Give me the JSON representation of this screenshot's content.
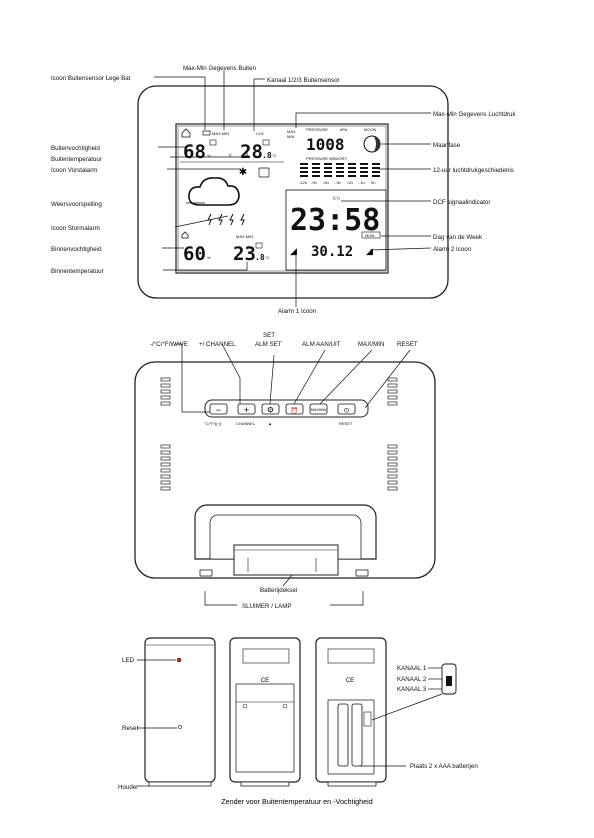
{
  "front": {
    "callouts_left": {
      "low_batt": "Icoon Buitensensor Lege Bat",
      "out_humidity": "Buitenvochtigheid",
      "out_temp": "Buitentemperatuur",
      "frost_alarm": "Icoon Vorstalarm",
      "forecast": "Weersvoorspelling",
      "storm_alarm": "Icoon Stormalarm",
      "in_humidity": "Binnenvochtigheid",
      "in_temp": "Binnentemperatuur"
    },
    "callouts_top": {
      "maxmin_out": "Max-Min Gegevens Buiten",
      "channel": "Kanaal 1/2/3 Buitensensor"
    },
    "callouts_right": {
      "maxmin_pressure": "Max-Min Gegevens Luchtdruk",
      "moon": "Maanfase",
      "pressure_history": "12-uur luchtdrukgeschiedenis",
      "dcf": "DCF signaalindicator",
      "weekday": "Dag van de Week",
      "alarm2": "Alarm 2 Icoon"
    },
    "callout_bottom": {
      "alarm1": "Alarm 1 Icoon"
    },
    "lcd": {
      "out_humidity": "68",
      "out_humidity_unit": "%",
      "out_temp": "28",
      "out_temp_dec": ".8",
      "temp_unit": "°C",
      "in_humidity": "60",
      "in_humidity_unit": "%",
      "in_temp": "23",
      "in_temp_dec": ".8",
      "pressure": "1008",
      "pressure_unit": "hPa",
      "pressure_label": "PRESSURE",
      "history_label": "PRESSURE MEMORY",
      "moon_label": "MOON",
      "max_label": "MAX",
      "min_label": "MIN",
      "maxmin_label": "MAX MIN",
      "ch_label": "CH1",
      "time": "23:58",
      "date": "30.12",
      "weekday": "MON"
    }
  },
  "back": {
    "buttons_top": {
      "wave": "-/°C/°F/WAVE",
      "channel": "+/ CHANNEL",
      "set": "SET",
      "alm_set": "ALM SET",
      "alm_onoff": "ALM AAN/UIT",
      "maxmin": "MAX/MIN",
      "reset": "RESET"
    },
    "button_glyphs": {
      "minus": "−",
      "plus": "+",
      "gear": "⚙",
      "bell": "⏰",
      "maxmin": "MAX/MIN",
      "reset": "⊙"
    },
    "small_print": {
      "wave": "°C/°F/((·))",
      "channel": "CHANNEL",
      "reset": "RESET"
    },
    "battery_lid": "Batterijdeksel",
    "snooze": "SLUIMER / LAMP"
  },
  "sensor": {
    "led": "LED",
    "reset": "Reset",
    "holder": "Houder",
    "ch1": "KANAAL 1",
    "ch2": "KANAAL 2",
    "ch3": "KANAAL 3",
    "batteries": "Plaats 2 x AAA batterijen",
    "caption": "Zender voor Buitentemperatuur en -Vochtigheid"
  }
}
